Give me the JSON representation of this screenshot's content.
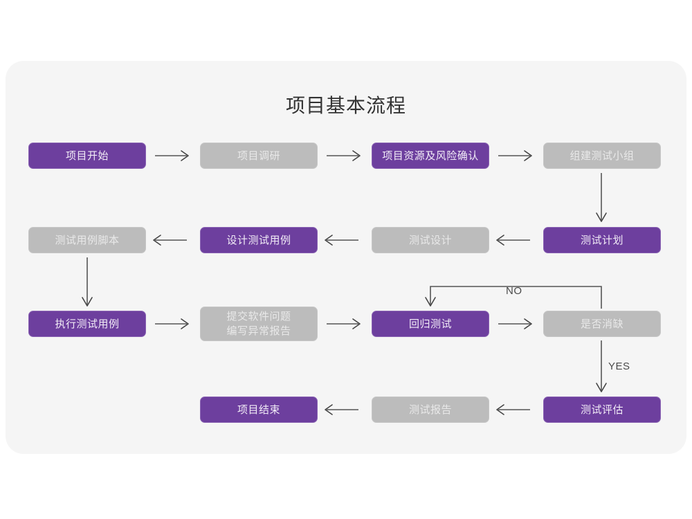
{
  "diagram": {
    "title": "项目基本流程",
    "background_color": "#ffffff",
    "card_color": "#f5f5f5",
    "accent_purple": "#6d3f9e",
    "accent_gray": "#bcbcbc",
    "arrow_color": "#555555"
  },
  "nodes": [
    {
      "id": "n1",
      "label": "项目开始",
      "style": "purple",
      "row": 1
    },
    {
      "id": "n2",
      "label": "项目调研",
      "style": "gray",
      "row": 1
    },
    {
      "id": "n3",
      "label": "项目资源及风险确认",
      "style": "purple",
      "row": 1
    },
    {
      "id": "n4",
      "label": "组建测试小组",
      "style": "gray",
      "row": 1
    },
    {
      "id": "n5",
      "label": "测试用例脚本",
      "style": "gray",
      "row": 2
    },
    {
      "id": "n6",
      "label": "设计测试用例",
      "style": "purple",
      "row": 2
    },
    {
      "id": "n7",
      "label": "测试设计",
      "style": "gray",
      "row": 2
    },
    {
      "id": "n8",
      "label": "测试计划",
      "style": "purple",
      "row": 2
    },
    {
      "id": "n9",
      "label": "执行测试用例",
      "style": "purple",
      "row": 3
    },
    {
      "id": "n10",
      "label": "提交软件问题\n编写异常报告",
      "style": "gray",
      "row": 3
    },
    {
      "id": "n11",
      "label": "回归测试",
      "style": "purple",
      "row": 3
    },
    {
      "id": "n12",
      "label": "是否消缺",
      "style": "gray",
      "row": 3
    },
    {
      "id": "n13",
      "label": "项目结束",
      "style": "purple",
      "row": 4
    },
    {
      "id": "n14",
      "label": "测试报告",
      "style": "gray",
      "row": 4
    },
    {
      "id": "n15",
      "label": "测试评估",
      "style": "purple",
      "row": 4
    }
  ],
  "edge_labels": {
    "no": "NO",
    "yes": "YES"
  },
  "edges": [
    {
      "from": "n1",
      "to": "n2",
      "direction": "right"
    },
    {
      "from": "n2",
      "to": "n3",
      "direction": "right"
    },
    {
      "from": "n3",
      "to": "n4",
      "direction": "right"
    },
    {
      "from": "n4",
      "to": "n8",
      "direction": "down"
    },
    {
      "from": "n8",
      "to": "n7",
      "direction": "left"
    },
    {
      "from": "n7",
      "to": "n6",
      "direction": "left"
    },
    {
      "from": "n6",
      "to": "n5",
      "direction": "left"
    },
    {
      "from": "n5",
      "to": "n9",
      "direction": "down"
    },
    {
      "from": "n9",
      "to": "n10",
      "direction": "right"
    },
    {
      "from": "n10",
      "to": "n11",
      "direction": "right"
    },
    {
      "from": "n11",
      "to": "n12",
      "direction": "right"
    },
    {
      "from": "n12",
      "to": "n11",
      "direction": "loop-up-left-down",
      "label": "NO"
    },
    {
      "from": "n12",
      "to": "n15",
      "direction": "down",
      "label": "YES"
    },
    {
      "from": "n15",
      "to": "n14",
      "direction": "left"
    },
    {
      "from": "n14",
      "to": "n13",
      "direction": "left"
    }
  ]
}
